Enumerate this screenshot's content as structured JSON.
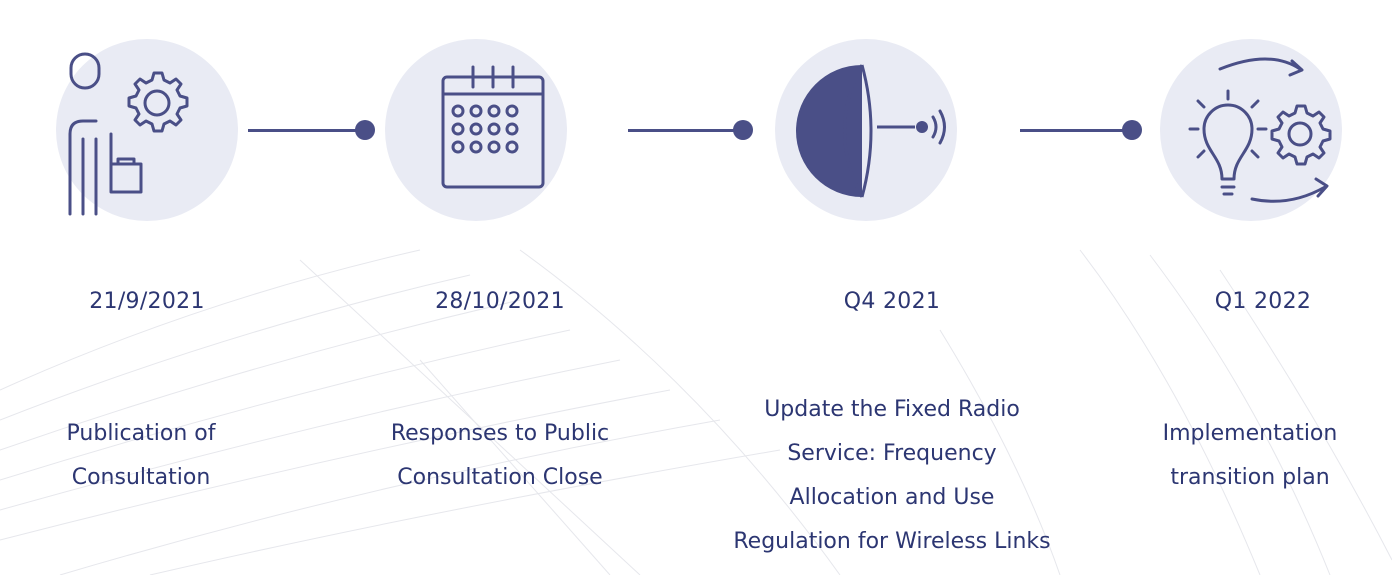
{
  "colors": {
    "circle": "#e9ebf4",
    "accent": "#4a4f87",
    "text": "#2c3672"
  },
  "steps": [
    {
      "icon": "person-gear-icon",
      "date": "21/9/2021",
      "label": [
        "Publication of",
        "Consultation"
      ]
    },
    {
      "icon": "calendar-icon",
      "date": "28/10/2021",
      "label": [
        "Responses to Public",
        "Consultation Close"
      ]
    },
    {
      "icon": "satellite-dish-icon",
      "date": "Q4 2021",
      "label": [
        "Update the Fixed Radio",
        "Service: Frequency",
        "Allocation and Use",
        "Regulation for Wireless Links"
      ]
    },
    {
      "icon": "idea-cycle-icon",
      "date": "Q1 2022",
      "label": [
        "Implementation",
        "transition plan"
      ]
    }
  ]
}
